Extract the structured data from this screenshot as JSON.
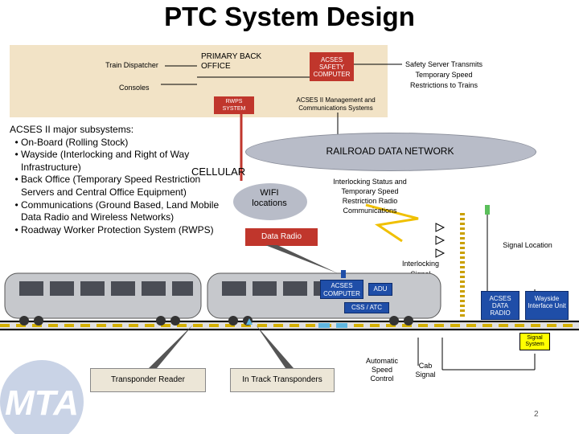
{
  "title": "PTC System Design",
  "top_left": {
    "train_dispatcher": "Train Dispatcher",
    "consoles": "Consoles"
  },
  "primary_back_office": "PRIMARY BACK OFFICE",
  "acses_safety_computer": "ACSES SAFETY COMPUTER",
  "safety_server_note": "Safety Server Transmits Temporary Speed Restrictions to Trains",
  "rwps_system": "RWPS SYSTEM",
  "acses_mgmt": "ACSES II Management and Communications Systems",
  "subsystems": {
    "heading": "ACSES II major subsystems:",
    "items": [
      "On-Board (Rolling Stock)",
      "Wayside (Interlocking and Right of Way Infrastructure)",
      "Back Office (Temporary Speed Restriction Servers and Central Office Equipment)",
      "Communications (Ground Based, Land Mobile Data Radio and Wireless Networks)",
      "Roadway Worker Protection System (RWPS)"
    ]
  },
  "network": {
    "railroad_data_network": "RAILROAD DATA NETWORK",
    "cellular": "CELLULAR",
    "wifi": "WIFI locations",
    "data_radio": "Data Radio",
    "interlocking_status": "Interlocking Status and Temporary Speed Restriction Radio Communications"
  },
  "wayside": {
    "signal_location": "Signal Location",
    "interlocking_signal": "Interlocking Signal",
    "acses_data_radio": "ACSES DATA RADIO",
    "wayside_interface": "Wayside Interface Unit",
    "signal_system": "Signal System"
  },
  "onboard": {
    "acses_computer": "ACSES COMPUTER",
    "adu": "ADU",
    "css_atc": "CSS / ATC"
  },
  "callouts": {
    "transponder_reader": "Transponder Reader",
    "in_track_transponders": "In Track Transponders",
    "automatic_speed_control": "Automatic Speed Control",
    "cab_signal": "Cab Signal"
  },
  "logo": "MTA",
  "page_number": "2",
  "colors": {
    "tan_box": "#f2e3c6",
    "blue_box": "#1f4ea8",
    "red_link": "#c0362c",
    "yellow": "#ffff00",
    "cloud": "#b8bcc8"
  }
}
